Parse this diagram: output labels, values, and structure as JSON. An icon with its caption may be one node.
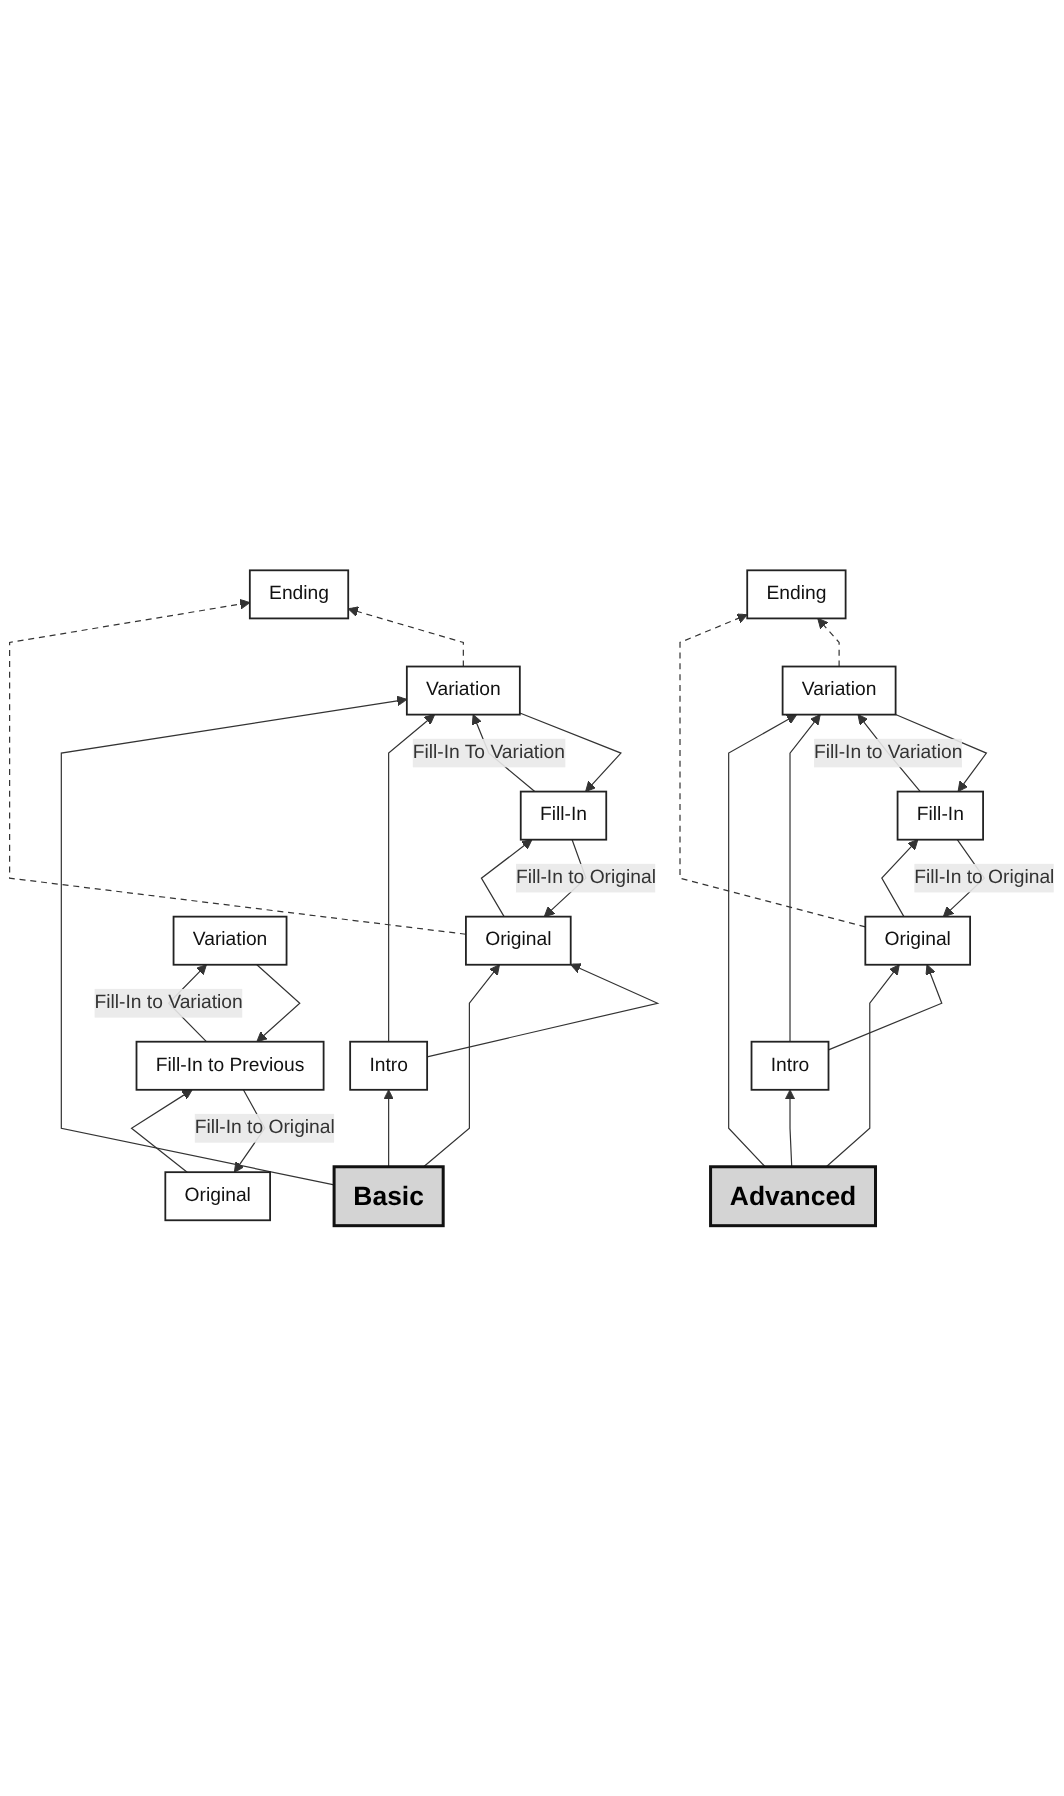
{
  "diagram": {
    "nodes": [
      {
        "text": [
          "Basic"
        ]
      },
      {
        "text": [
          "Intro"
        ]
      },
      {
        "text": [
          "Original"
        ]
      },
      {
        "text": [
          "Variation"
        ]
      },
      {
        "text": [
          "Fill-In"
        ]
      },
      {
        "text": [
          "Ending"
        ]
      },
      {
        "text": [
          "Original"
        ]
      },
      {
        "text": [
          "Variation"
        ]
      },
      {
        "text": [
          "Fill-In to Previous"
        ]
      },
      {
        "text": [
          "Advanced"
        ]
      },
      {
        "text": [
          "Intro"
        ]
      },
      {
        "text": [
          "Original"
        ]
      },
      {
        "text": [
          "Variation"
        ]
      },
      {
        "text": [
          "Fill-In"
        ]
      },
      {
        "text": [
          "Ending"
        ]
      }
    ],
    "edges": [
      {
        "from": 0,
        "to": 1,
        "arrow": "to"
      },
      {
        "from": 0,
        "to": 2,
        "arrow": "to"
      },
      {
        "from": 0,
        "to": 3,
        "arrow": "to"
      },
      {
        "from": 1,
        "to": 2,
        "arrow": "to"
      },
      {
        "from": 1,
        "to": 3,
        "arrow": "to"
      },
      {
        "from": 2,
        "to": 4,
        "arrow": "to"
      },
      {
        "from": 3,
        "to": 4,
        "arrow": "to"
      },
      {
        "from": 4,
        "to": 2,
        "arrow": "to",
        "label": "Fill-In to Original"
      },
      {
        "from": 4,
        "to": 3,
        "arrow": "to",
        "label": "Fill-In To Variation"
      },
      {
        "from": 2,
        "to": 5,
        "arrow": "to",
        "style": "dashed"
      },
      {
        "from": 3,
        "to": 5,
        "arrow": "to",
        "style": "dashed"
      },
      {
        "from": 6,
        "to": 8,
        "arrow": "to"
      },
      {
        "from": 7,
        "to": 8,
        "arrow": "to"
      },
      {
        "from": 8,
        "to": 6,
        "arrow": "to",
        "label": "Fill-In to Original"
      },
      {
        "from": 8,
        "to": 7,
        "arrow": "to",
        "label": "Fill-In to Variation"
      },
      {
        "from": 9,
        "to": 10,
        "arrow": "to"
      },
      {
        "from": 9,
        "to": 11,
        "arrow": "to"
      },
      {
        "from": 9,
        "to": 12,
        "arrow": "to"
      },
      {
        "from": 10,
        "to": 11,
        "arrow": "to"
      },
      {
        "from": 10,
        "to": 12,
        "arrow": "to"
      },
      {
        "from": 11,
        "to": 13,
        "arrow": "to"
      },
      {
        "from": 12,
        "to": 13,
        "arrow": "to"
      },
      {
        "from": 13,
        "to": 11,
        "arrow": "to",
        "label": "Fill-In to Original"
      },
      {
        "from": 13,
        "to": 12,
        "arrow": "to",
        "label": "Fill-In to Variation"
      },
      {
        "from": 11,
        "to": 14,
        "arrow": "to",
        "style": "dashed"
      },
      {
        "from": 12,
        "to": 14,
        "arrow": "to",
        "style": "dashed"
      }
    ]
  }
}
